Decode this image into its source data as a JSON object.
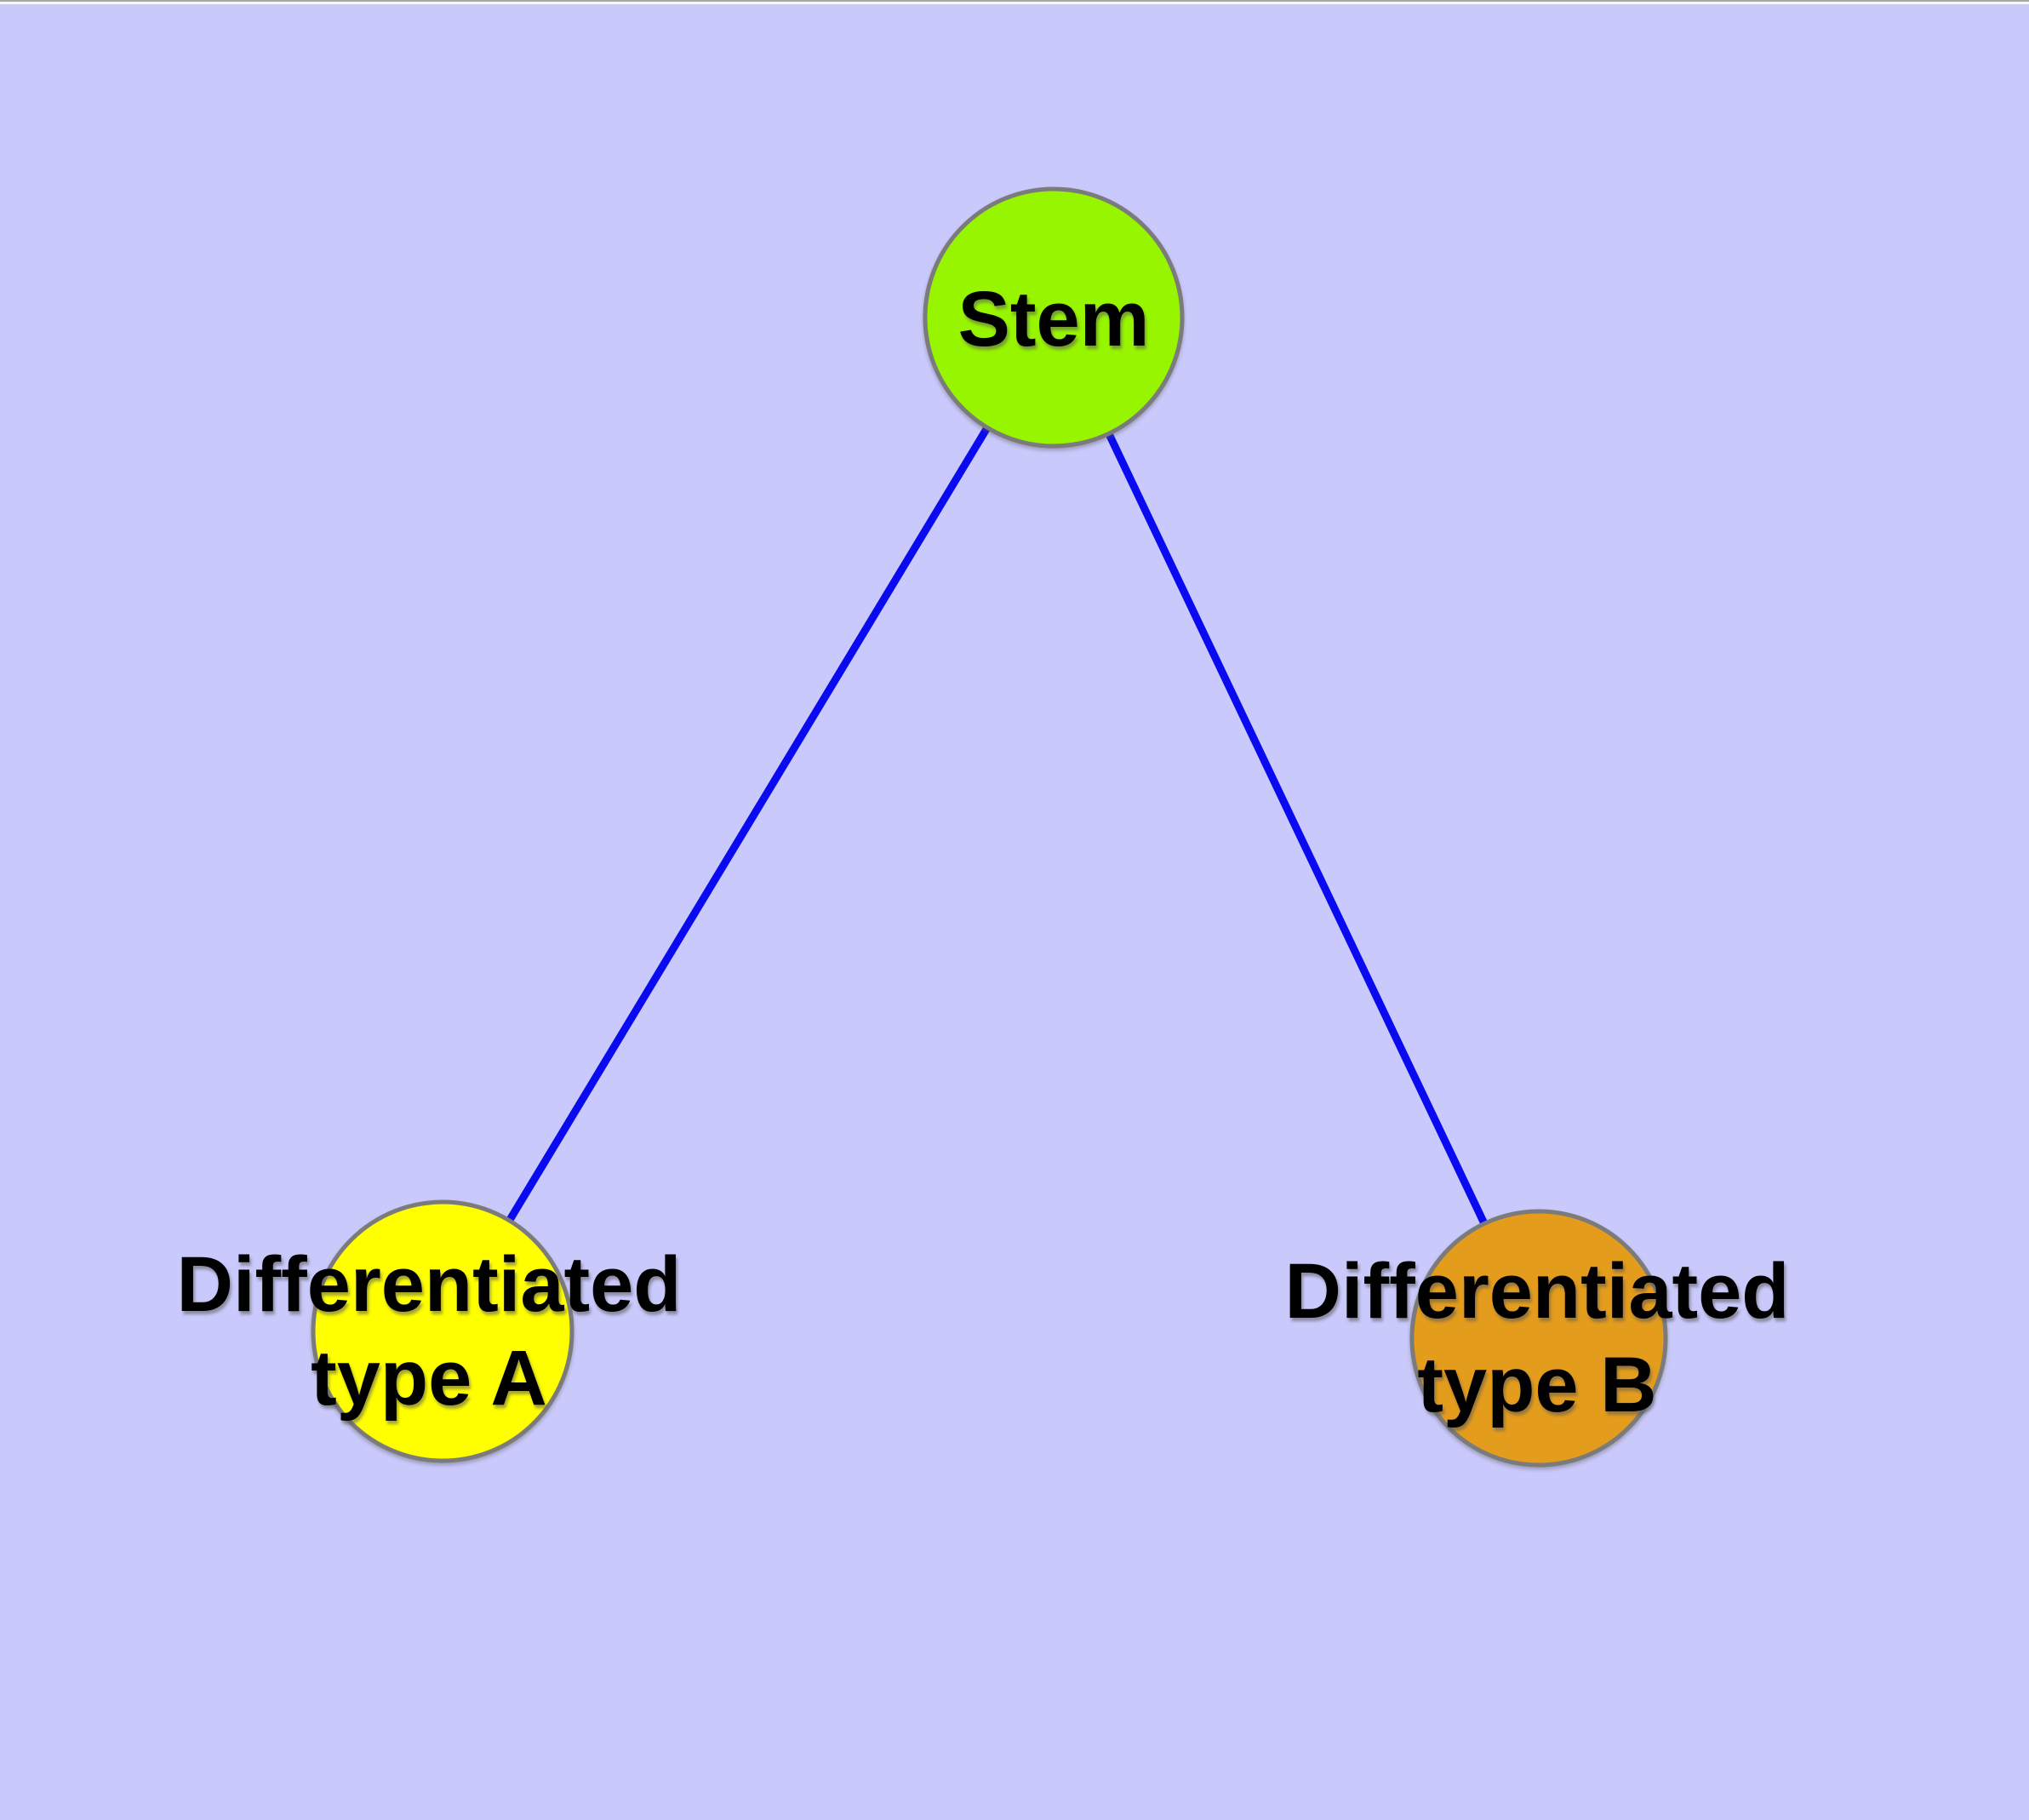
{
  "diagram": {
    "background_color": "#c9c9fb",
    "top_strip_color": "#f7f7f7",
    "edge_color": "#0a0af0",
    "node_border_color": "#7b7b7b",
    "label_color": "#000000",
    "nodes": [
      {
        "id": "stem",
        "lines": [
          "Stem"
        ],
        "fill": "#97f500"
      },
      {
        "id": "differentiated-type-a",
        "lines": [
          "Differentiated",
          "type A"
        ],
        "fill": "#ffff00"
      },
      {
        "id": "differentiated-type-b",
        "lines": [
          "Differentiated",
          "type B"
        ],
        "fill": "#e49c1c"
      }
    ],
    "edges": [
      {
        "from": "stem",
        "to": "differentiated-type-a"
      },
      {
        "from": "stem",
        "to": "differentiated-type-b"
      }
    ]
  }
}
